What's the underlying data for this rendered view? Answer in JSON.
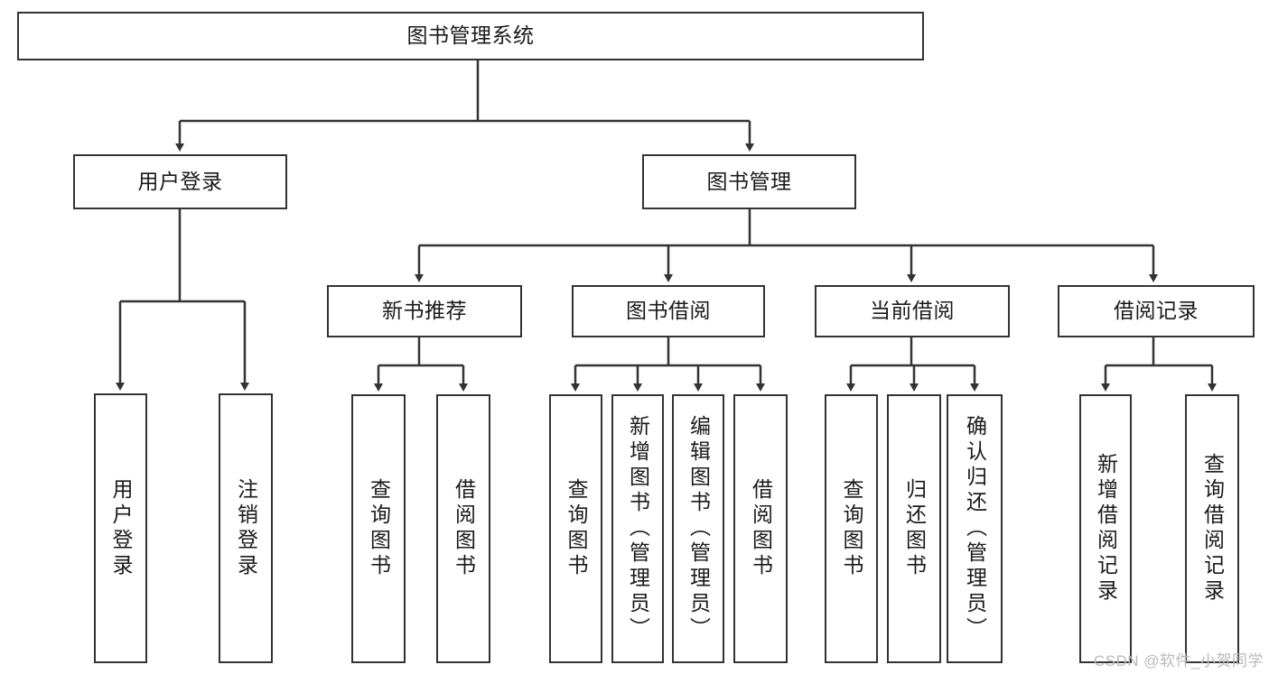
{
  "diagram": {
    "title": "图书管理系统",
    "type": "tree",
    "watermark": "CSDN @软件_小贺同学",
    "colors": {
      "box_border": "#333333",
      "box_fill": "#ffffff",
      "edge": "#333333",
      "text": "#1a1a1a",
      "watermark": "#b9b9b9",
      "background": "#ffffff"
    },
    "nodes": {
      "root": {
        "label": "图书管理系统",
        "level": 0,
        "orientation": "horizontal"
      },
      "user_login": {
        "label": "用户登录",
        "level": 1,
        "orientation": "horizontal"
      },
      "book_manage": {
        "label": "图书管理",
        "level": 1,
        "orientation": "horizontal"
      },
      "new_book_rec": {
        "label": "新书推荐",
        "level": 2,
        "orientation": "horizontal"
      },
      "book_borrow": {
        "label": "图书借阅",
        "level": 2,
        "orientation": "horizontal"
      },
      "current_borrow": {
        "label": "当前借阅",
        "level": 2,
        "orientation": "horizontal"
      },
      "borrow_record": {
        "label": "借阅记录",
        "level": 2,
        "orientation": "horizontal"
      },
      "leaf_user_login": {
        "label": "用户登录",
        "level": 3,
        "orientation": "vertical"
      },
      "leaf_logout": {
        "label": "注销登录",
        "level": 3,
        "orientation": "vertical"
      },
      "leaf_query_book_1": {
        "label": "查询图书",
        "level": 3,
        "orientation": "vertical"
      },
      "leaf_borrow_book_1": {
        "label": "借阅图书",
        "level": 3,
        "orientation": "vertical"
      },
      "leaf_query_book_2": {
        "label": "查询图书",
        "level": 3,
        "orientation": "vertical"
      },
      "leaf_add_book": {
        "label": "新增图书（管理员）",
        "level": 3,
        "orientation": "vertical"
      },
      "leaf_edit_book": {
        "label": "编辑图书（管理员）",
        "level": 3,
        "orientation": "vertical"
      },
      "leaf_borrow_book_2": {
        "label": "借阅图书",
        "level": 3,
        "orientation": "vertical"
      },
      "leaf_query_book_3": {
        "label": "查询图书",
        "level": 3,
        "orientation": "vertical"
      },
      "leaf_return_book": {
        "label": "归还图书",
        "level": 3,
        "orientation": "vertical"
      },
      "leaf_confirm_return": {
        "label": "确认归还（管理员）",
        "level": 3,
        "orientation": "vertical"
      },
      "leaf_add_record": {
        "label": "新增借阅记录",
        "level": 3,
        "orientation": "vertical"
      },
      "leaf_query_record": {
        "label": "查询借阅记录",
        "level": 3,
        "orientation": "vertical"
      }
    },
    "edges": [
      {
        "from": "root",
        "to": "user_login"
      },
      {
        "from": "root",
        "to": "book_manage"
      },
      {
        "from": "user_login",
        "to": "leaf_user_login"
      },
      {
        "from": "user_login",
        "to": "leaf_logout"
      },
      {
        "from": "book_manage",
        "to": "new_book_rec"
      },
      {
        "from": "book_manage",
        "to": "book_borrow"
      },
      {
        "from": "book_manage",
        "to": "current_borrow"
      },
      {
        "from": "book_manage",
        "to": "borrow_record"
      },
      {
        "from": "new_book_rec",
        "to": "leaf_query_book_1"
      },
      {
        "from": "new_book_rec",
        "to": "leaf_borrow_book_1"
      },
      {
        "from": "book_borrow",
        "to": "leaf_query_book_2"
      },
      {
        "from": "book_borrow",
        "to": "leaf_add_book"
      },
      {
        "from": "book_borrow",
        "to": "leaf_edit_book"
      },
      {
        "from": "book_borrow",
        "to": "leaf_borrow_book_2"
      },
      {
        "from": "current_borrow",
        "to": "leaf_query_book_3"
      },
      {
        "from": "current_borrow",
        "to": "leaf_return_book"
      },
      {
        "from": "current_borrow",
        "to": "leaf_confirm_return"
      },
      {
        "from": "borrow_record",
        "to": "leaf_add_record"
      },
      {
        "from": "borrow_record",
        "to": "leaf_query_record"
      }
    ]
  }
}
